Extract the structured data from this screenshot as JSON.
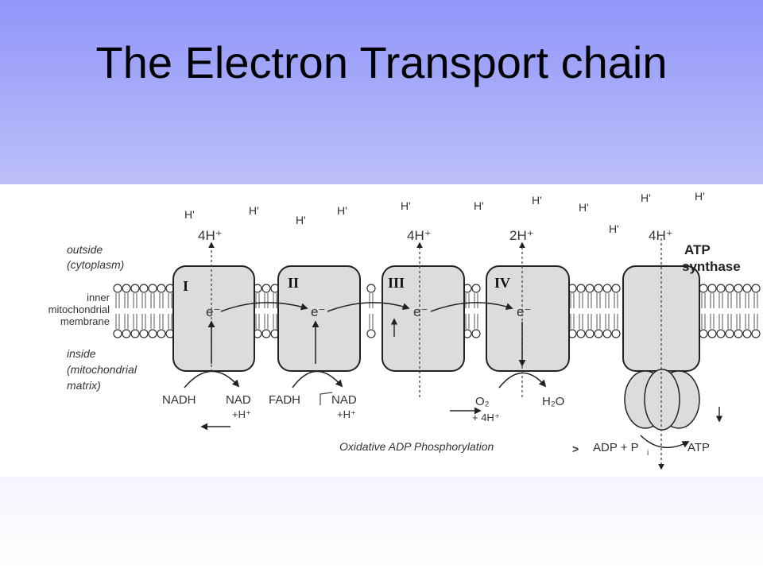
{
  "slide": {
    "title": "The Electron Transport chain"
  },
  "diagram": {
    "regions": {
      "outside": [
        "outside",
        "(cytoplasm)"
      ],
      "membrane": [
        "inner",
        "mitochondrial",
        "membrane"
      ],
      "inside": [
        "inside",
        "(mitochondrial",
        "matrix)"
      ]
    },
    "complexes": [
      "I",
      "II",
      "III",
      "IV"
    ],
    "atp_synthase": [
      "ATP",
      "synthase"
    ],
    "proton_pumped": {
      "c1": "4H⁺",
      "c3": "4H⁺",
      "c4": "2H⁺",
      "atp": "4H⁺"
    },
    "scattered_h": "H'",
    "electron": "e⁻",
    "substrates": {
      "nadh": "NADH",
      "nad1": "NAD",
      "h1": "+H⁺",
      "fadh": "FADH",
      "nad2": "NAD",
      "h2": "+H⁺",
      "o2": "O₂",
      "four_h": "+ 4H⁺",
      "h2o": "H₂O",
      "adp": "ADP + P",
      "pi_sub": "i",
      "atp": "ATP"
    },
    "caption": "Oxidative ADP Phosphorylation",
    "gt_mark": ">"
  }
}
